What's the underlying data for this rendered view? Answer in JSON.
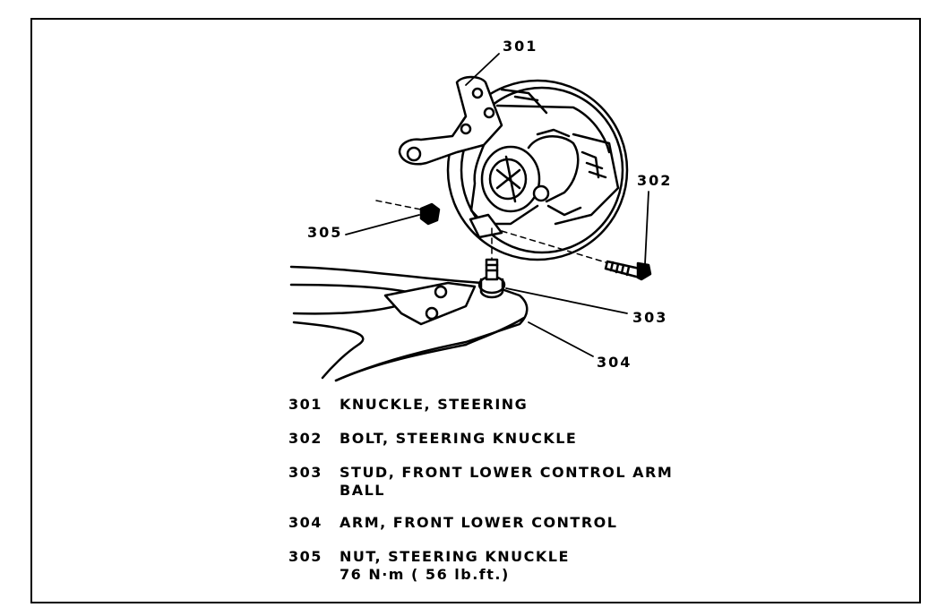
{
  "figure": {
    "callouts": {
      "c301": "301",
      "c302": "302",
      "c303": "303",
      "c304": "304",
      "c305": "305"
    },
    "legend": [
      {
        "num": "301",
        "lines": [
          "KNUCKLE, STEERING"
        ]
      },
      {
        "num": "302",
        "lines": [
          "BOLT, STEERING KNUCKLE"
        ]
      },
      {
        "num": "303",
        "lines": [
          "STUD, FRONT LOWER CONTROL ARM",
          "BALL"
        ]
      },
      {
        "num": "304",
        "lines": [
          "ARM, FRONT LOWER CONTROL"
        ]
      },
      {
        "num": "305",
        "lines": [
          "NUT, STEERING KNUCKLE",
          "76 N·m ( 56 lb.ft.)"
        ]
      }
    ]
  }
}
